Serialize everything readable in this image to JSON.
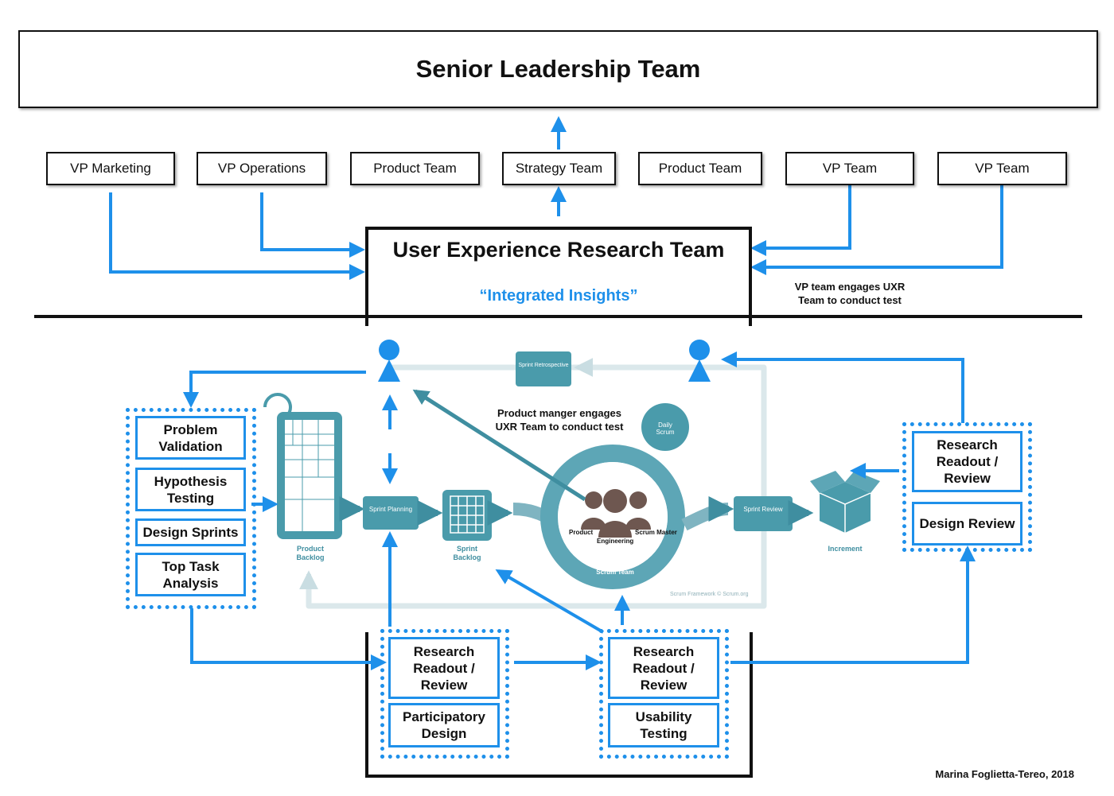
{
  "title": "Senior Leadership Team",
  "vp_boxes": [
    "VP Marketing",
    "VP Operations",
    "Product Team",
    "Strategy Team",
    "Product Team",
    "VP Team",
    "VP Team"
  ],
  "uxr": {
    "title": "User Experience Research Team",
    "subtitle": "“Integrated Insights”"
  },
  "notes": {
    "vp_engages_1": "VP team engages UXR",
    "vp_engages_2": "Team to conduct test",
    "pm_engages_1": "Product manger engages",
    "pm_engages_2": "UXR Team to conduct test"
  },
  "left_group": [
    "Problem Validation",
    "Hypothesis Testing",
    "Design Sprints",
    "Top Task Analysis"
  ],
  "right_group": [
    "Research Readout / Review",
    "Design Review"
  ],
  "bottom_left_group": [
    "Research Readout / Review",
    "Participatory Design"
  ],
  "bottom_right_group": [
    "Research Readout / Review",
    "Usability Testing"
  ],
  "scrum": {
    "product_backlog": "Product Backlog",
    "sprint_planning": "Sprint Planning",
    "sprint_backlog": "Sprint Backlog",
    "sprint_retrospective": "Sprint Retrospective",
    "daily_scrum": "Daily Scrum",
    "sprint_review": "Sprint Review",
    "increment": "Increment",
    "scrum_team": "Scrum Team",
    "product": "Product",
    "engineering": "Engineering",
    "scrum_master": "Scrum Master",
    "credit": "Scrum Framework © Scrum.org"
  },
  "attribution": "Marina Foglietta-Tereo, 2018",
  "colors": {
    "accent_blue": "#1e90ea",
    "scrum_teal": "#4a9bab",
    "black": "#111111"
  }
}
